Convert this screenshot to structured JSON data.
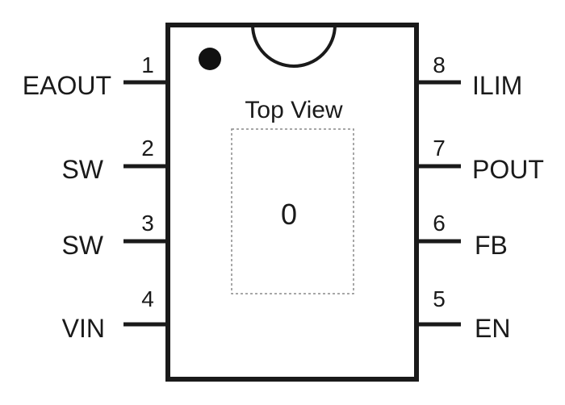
{
  "package": {
    "view_label": "Top View",
    "exposed_pad_label": "0"
  },
  "pins": [
    {
      "number": "1",
      "name": "EAOUT",
      "side": "left"
    },
    {
      "number": "2",
      "name": "SW",
      "side": "left"
    },
    {
      "number": "3",
      "name": "SW",
      "side": "left"
    },
    {
      "number": "4",
      "name": "VIN",
      "side": "left"
    },
    {
      "number": "5",
      "name": "EN",
      "side": "right"
    },
    {
      "number": "6",
      "name": "FB",
      "side": "right"
    },
    {
      "number": "7",
      "name": "POUT",
      "side": "right"
    },
    {
      "number": "8",
      "name": "ILIM",
      "side": "right"
    }
  ]
}
